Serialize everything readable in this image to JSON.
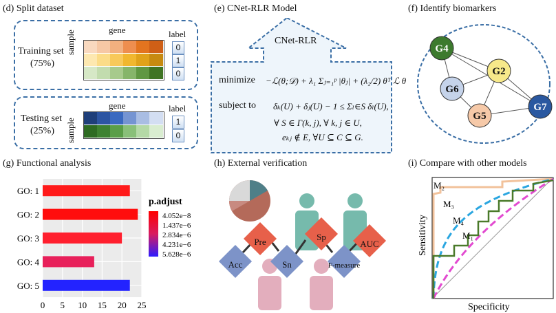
{
  "panel_d": {
    "title": "(d)  Split dataset",
    "training": {
      "gene_label": "gene",
      "sample_label": "sample",
      "label_header": "label",
      "set_name": "Training set",
      "set_pct": "(75%)",
      "labels": [
        "0",
        "1",
        "0"
      ]
    },
    "testing": {
      "gene_label": "gene",
      "sample_label": "sample",
      "label_header": "label",
      "set_name": "Testing set",
      "set_pct": "(25%)",
      "labels": [
        "1",
        "0"
      ]
    }
  },
  "panel_e": {
    "title": "(e)  CNet-RLR Model",
    "model_name": "CNet-RLR",
    "minimize_word": "minimize",
    "subject_word": "subject to",
    "eq1": "−ℒ(θ;𝒟) + λ₁ Σⱼ₌₁ᵖ |θⱼ| + (λ₂/2) θᵀ ℒ θ",
    "eq2": "δₖ(U) + δⱼ(U) − 1 ≤ Σₗ∈S δₗ(U),",
    "eq3": "∀ S ∈ Γ(k, j),  ∀ k, j ∈ U,",
    "eq4": "eₖⱼ ∉ E,  ∀U ⊆ C ⊆ G."
  },
  "panel_f": {
    "title": "(f)  Identify biomarkers",
    "nodes": [
      {
        "id": "G4",
        "color": "#3d7a2e",
        "text_color": "#ffffff"
      },
      {
        "id": "G2",
        "color": "#f7e98a",
        "text_color": "#111111"
      },
      {
        "id": "G6",
        "color": "#c5d3ea",
        "text_color": "#111111"
      },
      {
        "id": "G5",
        "color": "#f6c9a8",
        "text_color": "#111111"
      },
      {
        "id": "G7",
        "color": "#2a58a0",
        "text_color": "#ffffff"
      }
    ]
  },
  "panel_g": {
    "title": "(g)  Functional analysis",
    "legend_title": "p.adjust",
    "legend_ticks": [
      "4.052e−8",
      "1.437e−6",
      "2.834e−6",
      "4.231e−6",
      "5.628e−6"
    ]
  },
  "chart_data": {
    "type": "bar",
    "orientation": "horizontal",
    "categories": [
      "GO: 1",
      "GO: 2",
      "GO: 3",
      "GO: 4",
      "GO: 5"
    ],
    "values": [
      22,
      24,
      20,
      13,
      22
    ],
    "colors": [
      "#ff1a1a",
      "#ff0d0d",
      "#ff1f2e",
      "#e8205a",
      "#2323ff"
    ],
    "xticks": [
      0,
      5,
      10,
      15,
      20,
      25
    ],
    "xlim": [
      0,
      25
    ],
    "grid": true,
    "legend": "right",
    "title": "",
    "xlabel": "",
    "ylabel": ""
  },
  "panel_h": {
    "title": "(h)  External verification",
    "metrics": [
      "Pre",
      "Sp",
      "AUC",
      "Acc",
      "Sn",
      "F-measure"
    ]
  },
  "panel_i": {
    "title": "(i)  Compare with other models",
    "xlabel": "Specificity",
    "ylabel": "Sensitivity",
    "curves": [
      "M₂",
      "M₃",
      "M₄",
      "M₁"
    ]
  }
}
